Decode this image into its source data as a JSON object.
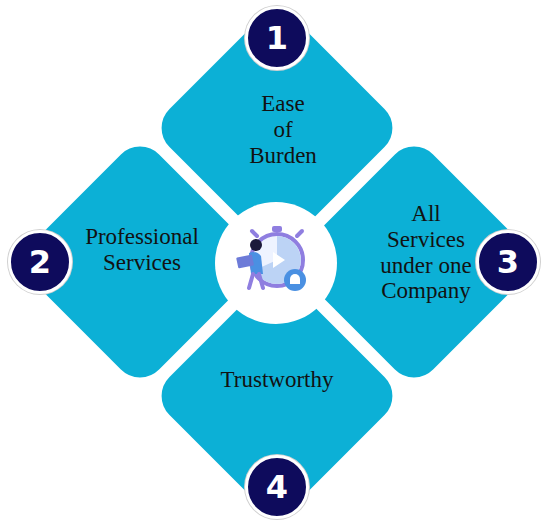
{
  "diagram": {
    "nodes": [
      {
        "text": [
          "Ease of Burden"
        ]
      },
      {
        "text": [
          "Professional Services"
        ]
      },
      {
        "text": [
          "All Services under one Company"
        ]
      },
      {
        "text": [
          "Trustworthy"
        ]
      }
    ],
    "labels": [
      "1",
      "2",
      "3",
      "4"
    ]
  }
}
